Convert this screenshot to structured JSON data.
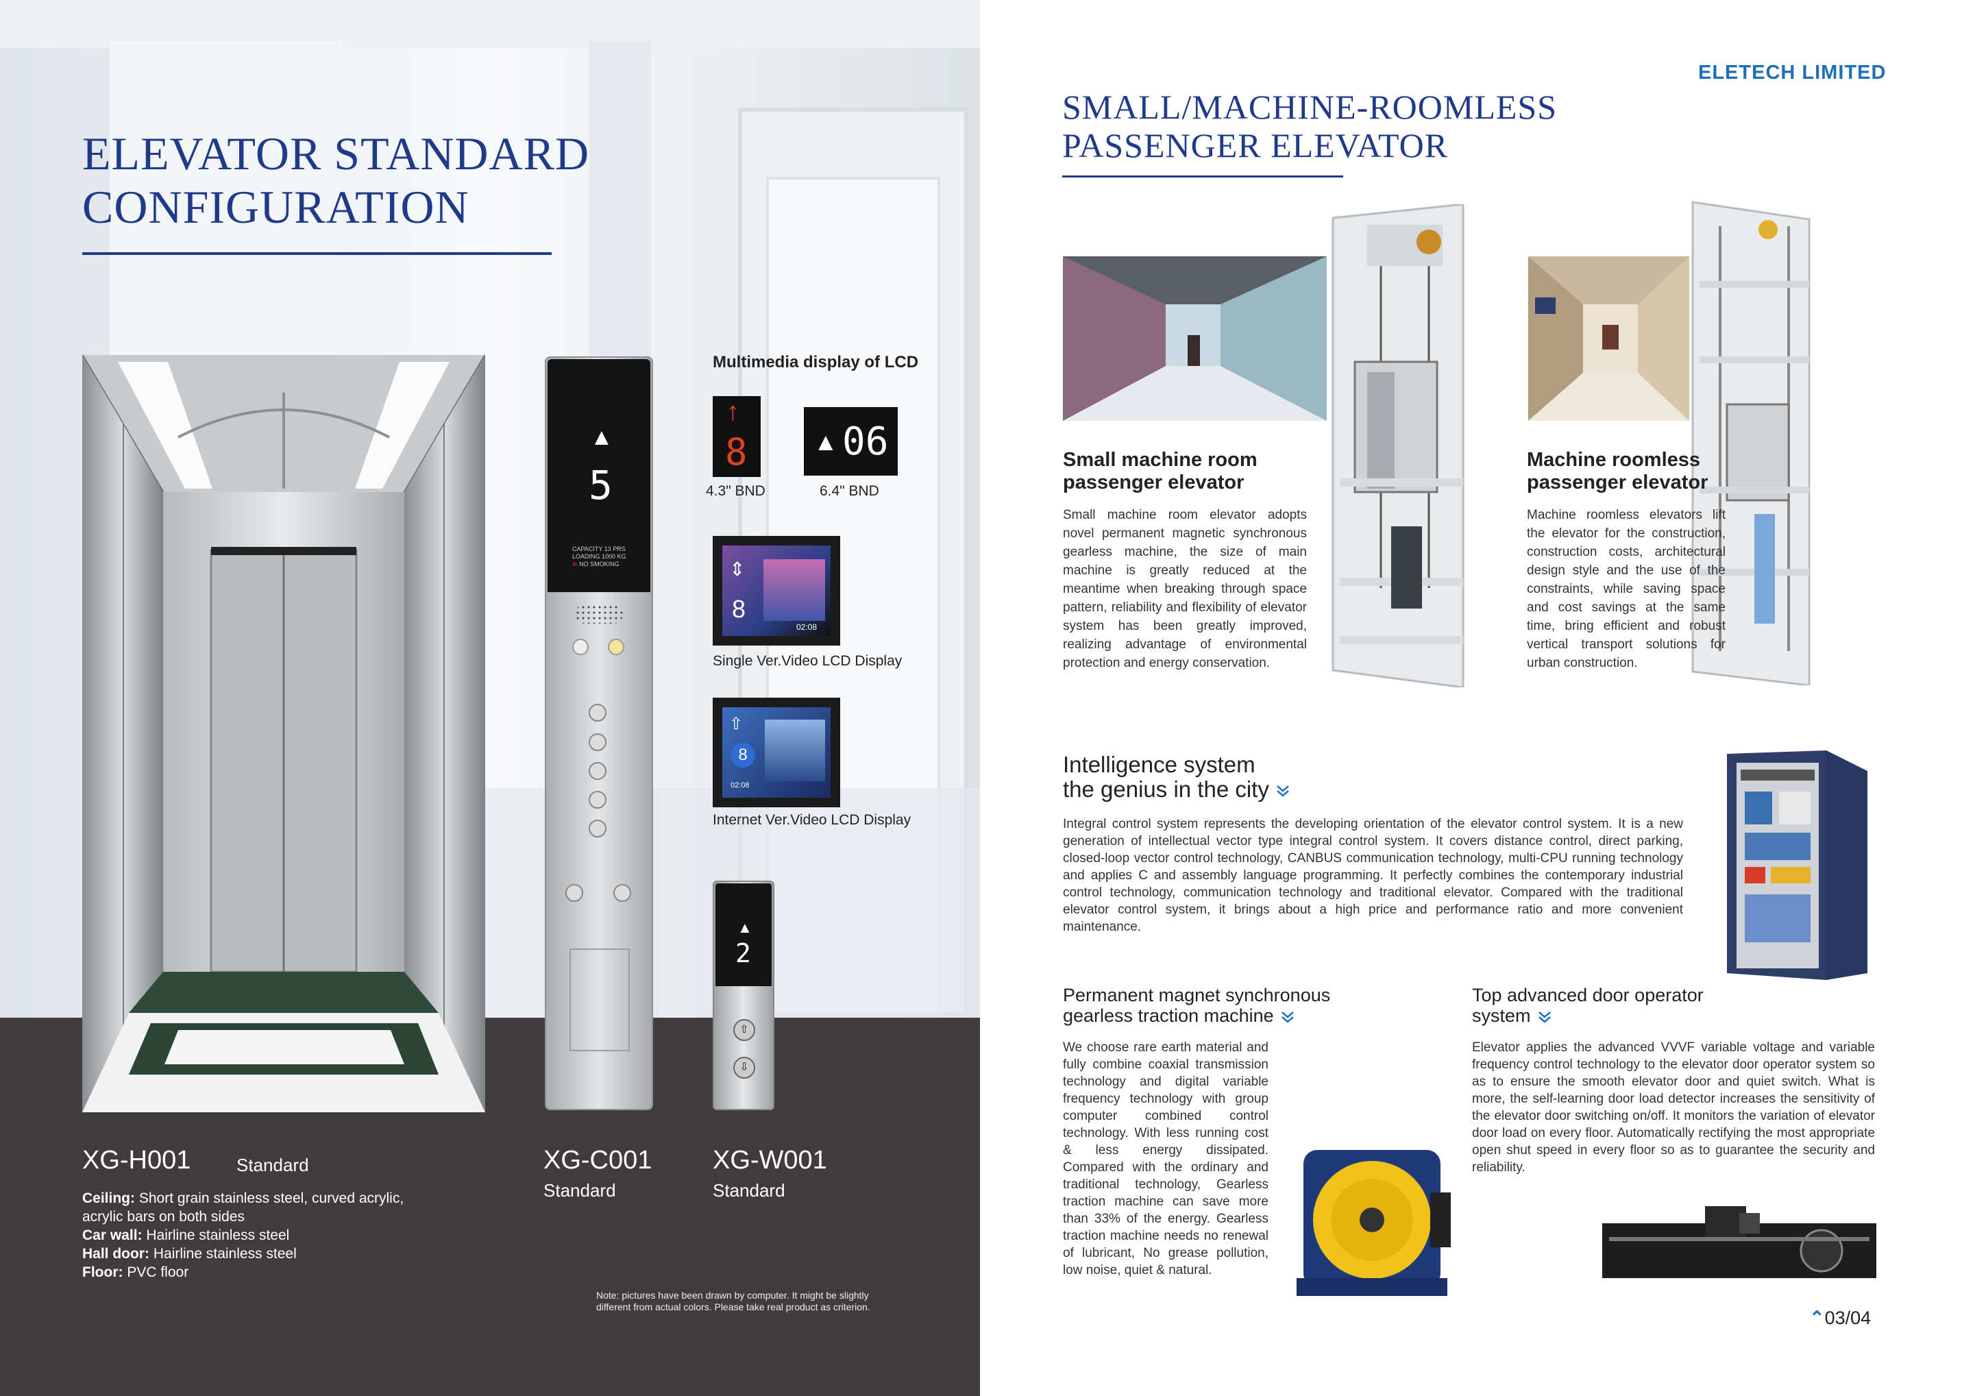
{
  "left": {
    "title_line1": "ELEVATOR STANDARD",
    "title_line2": "CONFIGURATION",
    "lcd_heading": "Multimedia display of LCD",
    "bnd43": "4.3\" BND",
    "bnd64": "6.4\" BND",
    "single_video": "Single Ver.Video LCD Display",
    "internet_video": "Internet Ver.Video LCD Display",
    "panel_floor": "5",
    "panel_info": [
      "CAPACITY   13 PRS",
      "LOADING   1000 KG",
      "NO SMOKING"
    ],
    "bnd64_value": "06",
    "bnd43_value": "8",
    "video_floor": "8",
    "video_time": "02:08",
    "internet_floor": "8",
    "internet_time": "02:08",
    "hall_floor": "2",
    "models": {
      "h001": "XG-H001",
      "h001_std": "Standard",
      "c001": "XG-C001",
      "c001_std": "Standard",
      "w001": "XG-W001",
      "w001_std": "Standard"
    },
    "specs": {
      "ceiling_label": "Ceiling:",
      "ceiling_value": "Short grain stainless steel, curved acrylic, acrylic bars on both sides",
      "carwall_label": "Car wall:",
      "carwall_value": "Hairline stainless steel",
      "halldoor_label": "Hall door:",
      "halldoor_value": "Hairline stainless steel",
      "floor_label": "Floor:",
      "floor_value": "PVC floor"
    },
    "note": "Note: pictures have been drawn by computer. It might be slightly different from actual colors. Please take real product as criterion."
  },
  "right": {
    "company": "ELETECH LIMITED",
    "title_line1": "SMALL/MACHINE-ROOMLESS",
    "title_line2": "PASSENGER ELEVATOR",
    "small": {
      "heading1": "Small machine room",
      "heading2": "passenger elevator",
      "body": "Small machine room elevator adopts novel permanent magnetic synchronous gearless machine, the size of main machine is greatly reduced at the meantime when breaking through space pattern, reliability and flexibility of elevator system has been greatly improved, realizing advantage of environmental protection and energy conservation."
    },
    "roomless": {
      "heading1": "Machine roomless",
      "heading2": "passenger elevator",
      "body": "Machine roomless elevators lift the elevator for the construction, construction costs, architectural design style and the use of the constraints, while saving space and cost savings at the same time, bring efficient and robust vertical transport solutions for urban construction."
    },
    "intelligence": {
      "heading1": "Intelligence system",
      "heading2": "the genius in the city",
      "body": "Integral control system represents the developing orientation of the elevator control system. It is a new generation of intellectual vector type integral control system. It covers distance control, direct parking, closed-loop vector control technology, CANBUS communication technology, multi-CPU running technology and applies C and assembly language programming. It perfectly combines the contemporary industrial control technology, communication technology and traditional elevator. Compared with the traditional elevator control system, it brings about a high price and performance ratio and more convenient maintenance."
    },
    "traction": {
      "heading1": "Permanent magnet synchronous",
      "heading2": "gearless traction machine",
      "body": "We choose rare earth material and fully combine coaxial transmission technology and digital variable frequency technology with group computer combined control technology. With less running cost & less energy dissipated. Compared with the ordinary and traditional technology, Gearless traction machine can save more than 33% of the energy. Gearless traction machine needs no renewal of lubricant, No grease pollution, low noise, quiet & natural."
    },
    "door": {
      "heading1": "Top advanced door operator",
      "heading2": "system",
      "body": "Elevator applies the advanced VVVF variable voltage and variable frequency control technology to the elevator door operator system so as to ensure the smooth elevator door and quiet switch. What is more, the self-learning door load detector increases the sensitivity of the elevator door switching on/off. It monitors the variation of elevator door load on every floor. Automatically rectifying the most appropriate open shut speed in every floor so as to guarantee the security and reliability."
    },
    "page": "03/04"
  },
  "colors": {
    "brand_blue": "#1f3a8a",
    "accent_blue": "#1a73c8",
    "dark_band": "#403c3d"
  }
}
